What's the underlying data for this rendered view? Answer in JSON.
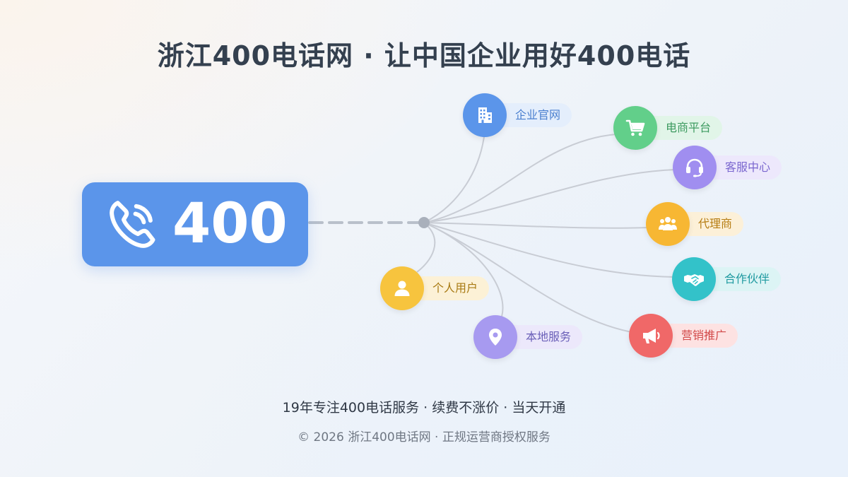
{
  "title": "浙江400电话网 · 让中国企业用好400电话",
  "hub": {
    "number": "400",
    "icon": "phone-ringing-icon",
    "color": "#5b95ea"
  },
  "nodes": [
    {
      "id": "enterprise-site",
      "label": "企业官网",
      "icon": "building-icon",
      "color": "#5b95ea",
      "pill_bg": "#e4eefc",
      "text_color": "#4a7fcf"
    },
    {
      "id": "ecommerce",
      "label": "电商平台",
      "icon": "shopping-cart-icon",
      "color": "#62cf8a",
      "pill_bg": "#e1f5e8",
      "text_color": "#3c9a5f"
    },
    {
      "id": "service-center",
      "label": "客服中心",
      "icon": "headset-icon",
      "color": "#a08ef0",
      "pill_bg": "#ede8fc",
      "text_color": "#7a66cf"
    },
    {
      "id": "agents",
      "label": "代理商",
      "icon": "group-icon",
      "color": "#f7b733",
      "pill_bg": "#fcf0d8",
      "text_color": "#b67d12"
    },
    {
      "id": "partners",
      "label": "合作伙伴",
      "icon": "handshake-icon",
      "color": "#33c2c9",
      "pill_bg": "#dcf4f5",
      "text_color": "#1f9aa0"
    },
    {
      "id": "marketing",
      "label": "营销推广",
      "icon": "megaphone-icon",
      "color": "#f06868",
      "pill_bg": "#fde2e2",
      "text_color": "#d24a4a"
    },
    {
      "id": "personal-users",
      "label": "个人用户",
      "icon": "user-icon",
      "color": "#f7c43e",
      "pill_bg": "#fcf1d6",
      "text_color": "#a87a12"
    },
    {
      "id": "local-services",
      "label": "本地服务",
      "icon": "location-pin-icon",
      "color": "#a79af0",
      "pill_bg": "#ece8fb",
      "text_color": "#6a5fb8"
    }
  ],
  "tagline": "19年专注400电话服务 · 续费不涨价 · 当天开通",
  "copyright": "© 2026 浙江400电话网 · 正规运营商授权服务"
}
